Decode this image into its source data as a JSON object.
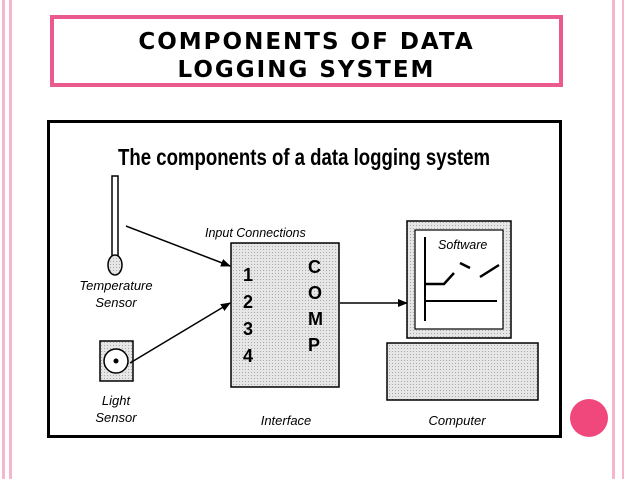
{
  "slide": {
    "title_line1": "COMPONENTS OF DATA",
    "title_line2": "LOGGING SYSTEM",
    "accent_color": "#ea5a8f",
    "dot_color": "#f0487c"
  },
  "diagram": {
    "heading": "The components of a data logging system",
    "input_connections_label": "Input Connections",
    "temperature_sensor_line1": "Temperature",
    "temperature_sensor_line2": "Sensor",
    "light_sensor_line1": "Light",
    "light_sensor_line2": "Sensor",
    "interface_label": "Interface",
    "interface_ports": [
      "1",
      "2",
      "3",
      "4"
    ],
    "interface_letters": [
      "C",
      "O",
      "M",
      "P"
    ],
    "software_label": "Software",
    "computer_label": "Computer"
  }
}
